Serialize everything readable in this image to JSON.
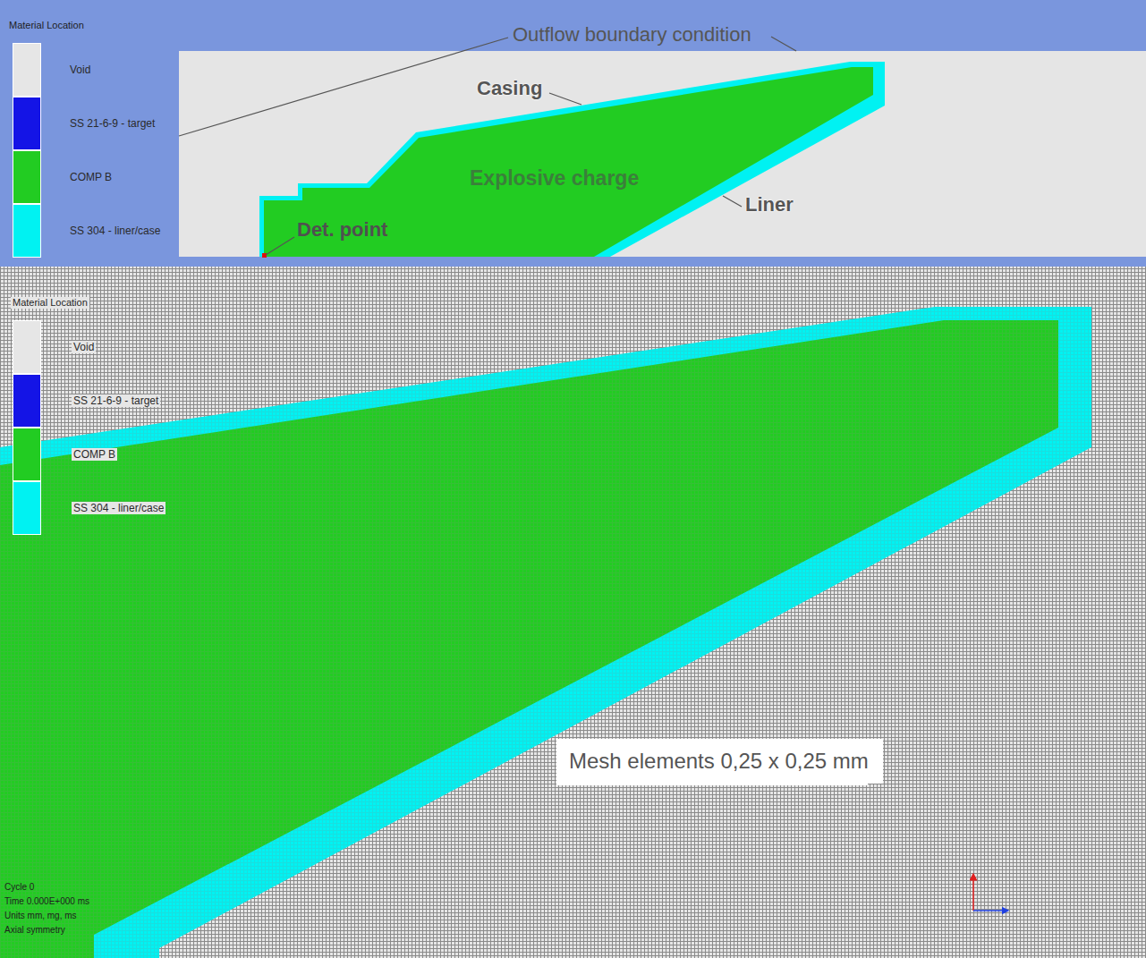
{
  "diagram": {
    "nodes": [
      {
        "text": [
          "Mesh elements 0,25 x 0,25 mm"
        ]
      }
    ],
    "labels": [
      "Material Location",
      "Outflow boundary condition",
      "Casing",
      "Explosive charge",
      "Liner",
      "Det. point",
      "Material Location",
      "Cycle 0",
      "Time 0.000E+000 ms",
      "Units mm, mg, ms",
      "Axial symmetry"
    ],
    "legend": [
      {
        "text": "Void",
        "color": "#e6e6e6"
      },
      {
        "text": "SS 21-6-9 - target",
        "color": "#1414e6"
      },
      {
        "text": "COMP B",
        "color": "#22cc22"
      },
      {
        "text": "SS 304 - liner/case",
        "color": "#00f2f2"
      },
      {
        "text": "Void",
        "color": "#e6e6e6"
      },
      {
        "text": "SS 21-6-9 - target",
        "color": "#1414e6"
      },
      {
        "text": "COMP B",
        "color": "#22cc22"
      },
      {
        "text": "SS 304 - liner/case",
        "color": "#00f2f2"
      }
    ]
  }
}
